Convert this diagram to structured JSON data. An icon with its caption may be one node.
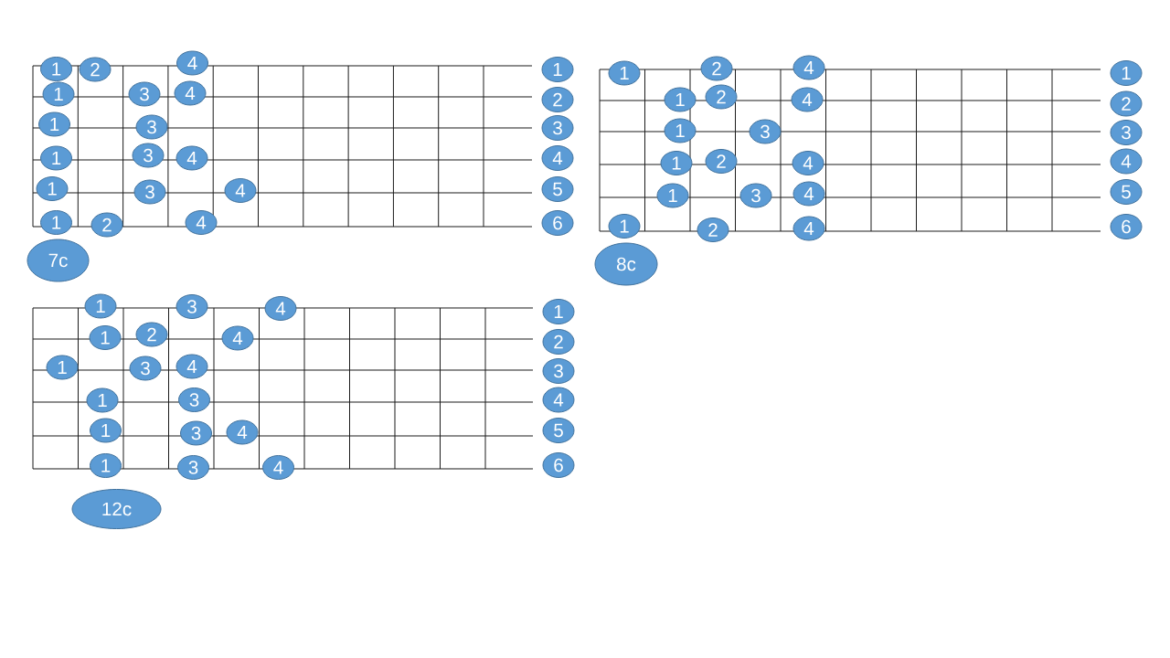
{
  "diagram": {
    "nodes": [
      {
        "text": [
          "1"
        ]
      },
      {
        "text": [
          "2"
        ]
      },
      {
        "text": [
          "4"
        ]
      },
      {
        "text": [
          "1"
        ]
      },
      {
        "text": [
          "1"
        ]
      },
      {
        "text": [
          "3"
        ]
      },
      {
        "text": [
          "4"
        ]
      },
      {
        "text": [
          "2"
        ]
      },
      {
        "text": [
          "1"
        ]
      },
      {
        "text": [
          "3"
        ]
      },
      {
        "text": [
          "3"
        ]
      },
      {
        "text": [
          "1"
        ]
      },
      {
        "text": [
          "3"
        ]
      },
      {
        "text": [
          "4"
        ]
      },
      {
        "text": [
          "4"
        ]
      },
      {
        "text": [
          "1"
        ]
      },
      {
        "text": [
          "3"
        ]
      },
      {
        "text": [
          "4"
        ]
      },
      {
        "text": [
          "5"
        ]
      },
      {
        "text": [
          "1"
        ]
      },
      {
        "text": [
          "2"
        ]
      },
      {
        "text": [
          "4"
        ]
      },
      {
        "text": [
          "6"
        ]
      },
      {
        "text": [
          "7c"
        ]
      },
      {
        "text": [
          "1"
        ]
      },
      {
        "text": [
          "2"
        ]
      },
      {
        "text": [
          "4"
        ]
      },
      {
        "text": [
          "1"
        ]
      },
      {
        "text": [
          "1"
        ]
      },
      {
        "text": [
          "2"
        ]
      },
      {
        "text": [
          "4"
        ]
      },
      {
        "text": [
          "2"
        ]
      },
      {
        "text": [
          "1"
        ]
      },
      {
        "text": [
          "3"
        ]
      },
      {
        "text": [
          "3"
        ]
      },
      {
        "text": [
          "1"
        ]
      },
      {
        "text": [
          "2"
        ]
      },
      {
        "text": [
          "4"
        ]
      },
      {
        "text": [
          "4"
        ]
      },
      {
        "text": [
          "1"
        ]
      },
      {
        "text": [
          "3"
        ]
      },
      {
        "text": [
          "4"
        ]
      },
      {
        "text": [
          "5"
        ]
      },
      {
        "text": [
          "1"
        ]
      },
      {
        "text": [
          "2"
        ]
      },
      {
        "text": [
          "4"
        ]
      },
      {
        "text": [
          "6"
        ]
      },
      {
        "text": [
          "8c"
        ]
      },
      {
        "text": [
          "1"
        ]
      },
      {
        "text": [
          "3"
        ]
      },
      {
        "text": [
          "4"
        ]
      },
      {
        "text": [
          "1"
        ]
      },
      {
        "text": [
          "1"
        ]
      },
      {
        "text": [
          "2"
        ]
      },
      {
        "text": [
          "4"
        ]
      },
      {
        "text": [
          "2"
        ]
      },
      {
        "text": [
          "1"
        ]
      },
      {
        "text": [
          "3"
        ]
      },
      {
        "text": [
          "4"
        ]
      },
      {
        "text": [
          "3"
        ]
      },
      {
        "text": [
          "1"
        ]
      },
      {
        "text": [
          "3"
        ]
      },
      {
        "text": [
          "4"
        ]
      },
      {
        "text": [
          "1"
        ]
      },
      {
        "text": [
          "3"
        ]
      },
      {
        "text": [
          "4"
        ]
      },
      {
        "text": [
          "5"
        ]
      },
      {
        "text": [
          "1"
        ]
      },
      {
        "text": [
          "3"
        ]
      },
      {
        "text": [
          "4"
        ]
      },
      {
        "text": [
          "6"
        ]
      },
      {
        "text": [
          "12c"
        ]
      }
    ]
  }
}
